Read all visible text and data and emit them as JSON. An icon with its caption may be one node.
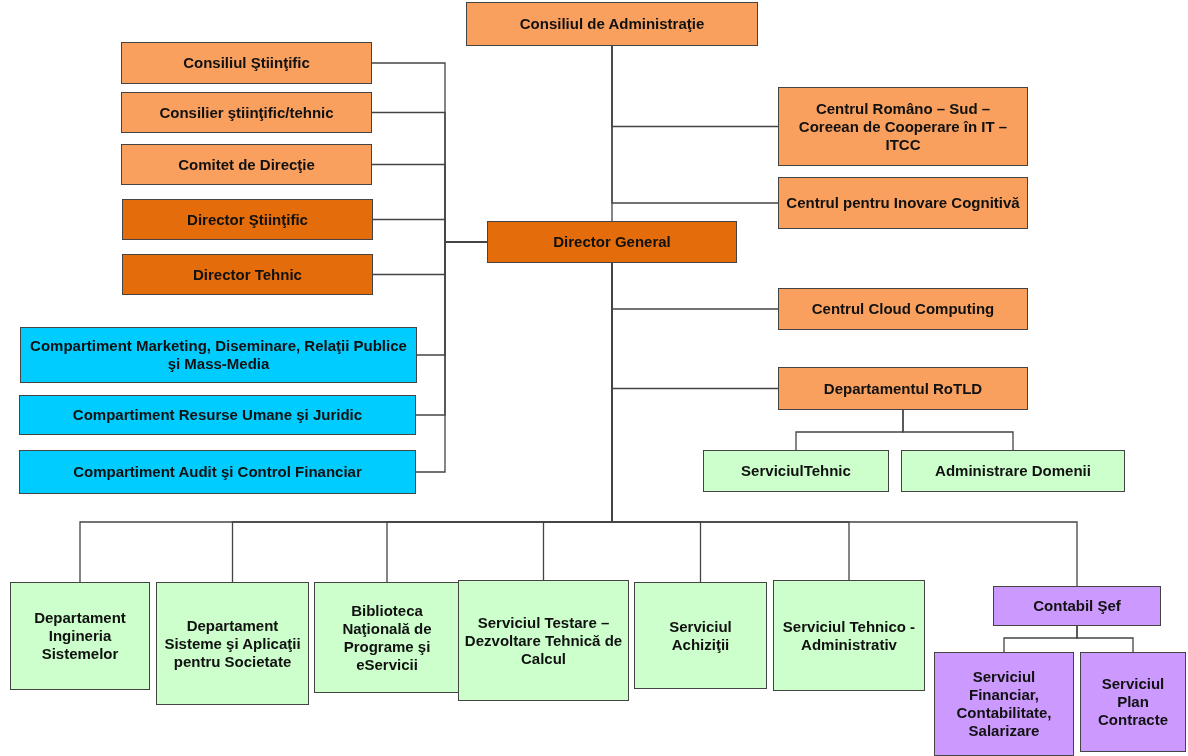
{
  "diagram": {
    "nodes": [
      {
        "text": [
          "Consiliul de Administraţie"
        ]
      },
      {
        "text": [
          "Consiliul Ştiinţific"
        ]
      },
      {
        "text": [
          "Consilier ştiinţific/tehnic"
        ]
      },
      {
        "text": [
          "Comitet de Direcţie"
        ]
      },
      {
        "text": [
          "Director Ştiinţific"
        ]
      },
      {
        "text": [
          "Director Tehnic"
        ]
      },
      {
        "text": [
          "Compartiment Marketing, Diseminare, Relaţii Publice şi Mass-Media"
        ]
      },
      {
        "text": [
          "Compartiment Resurse Umane şi Juridic"
        ]
      },
      {
        "text": [
          "Compartiment Audit şi Control Financiar"
        ]
      },
      {
        "text": [
          "Director General"
        ]
      },
      {
        "text": [
          "Centrul Româno – Sud – Coreean de Cooperare  în IT – ITCC"
        ]
      },
      {
        "text": [
          "Centrul pentru Inovare Cognitivă"
        ]
      },
      {
        "text": [
          "Centrul Cloud Computing"
        ]
      },
      {
        "text": [
          "Departamentul RoTLD"
        ]
      },
      {
        "text": [
          "ServiciulTehnic"
        ]
      },
      {
        "text": [
          "Administrare Domenii"
        ]
      },
      {
        "text": [
          "Departament Ingineria Sistemelor"
        ]
      },
      {
        "text": [
          "Departament Sisteme şi Aplicaţii pentru Societate"
        ]
      },
      {
        "text": [
          "Biblioteca Naţională de Programe şi eServicii"
        ]
      },
      {
        "text": [
          "Serviciul Testare – Dezvoltare Tehnică de Calcul"
        ]
      },
      {
        "text": [
          "Serviciul Achiziţii"
        ]
      },
      {
        "text": [
          "Serviciul Tehnico - Administrativ"
        ]
      },
      {
        "text": [
          "Contabil Şef"
        ]
      },
      {
        "text": [
          "Serviciul Financiar, Contabilitate, Salarizare"
        ]
      },
      {
        "text": [
          "Serviciul Plan Contracte"
        ]
      }
    ],
    "edges": [
      {
        "from": 0,
        "to": 9,
        "arrow": "none"
      },
      {
        "from": 0,
        "to": 10,
        "arrow": "none"
      },
      {
        "from": 0,
        "to": 11,
        "arrow": "none"
      },
      {
        "from": 9,
        "to": 1,
        "arrow": "none"
      },
      {
        "from": 9,
        "to": 2,
        "arrow": "none"
      },
      {
        "from": 9,
        "to": 3,
        "arrow": "none"
      },
      {
        "from": 9,
        "to": 4,
        "arrow": "none"
      },
      {
        "from": 9,
        "to": 5,
        "arrow": "none"
      },
      {
        "from": 9,
        "to": 6,
        "arrow": "none"
      },
      {
        "from": 9,
        "to": 7,
        "arrow": "none"
      },
      {
        "from": 9,
        "to": 8,
        "arrow": "none"
      },
      {
        "from": 9,
        "to": 12,
        "arrow": "none"
      },
      {
        "from": 9,
        "to": 13,
        "arrow": "none"
      },
      {
        "from": 13,
        "to": 14,
        "arrow": "none"
      },
      {
        "from": 13,
        "to": 15,
        "arrow": "none"
      },
      {
        "from": 9,
        "to": 16,
        "arrow": "none"
      },
      {
        "from": 9,
        "to": 17,
        "arrow": "none"
      },
      {
        "from": 9,
        "to": 18,
        "arrow": "none"
      },
      {
        "from": 9,
        "to": 19,
        "arrow": "none"
      },
      {
        "from": 9,
        "to": 20,
        "arrow": "none"
      },
      {
        "from": 9,
        "to": 21,
        "arrow": "none"
      },
      {
        "from": 9,
        "to": 22,
        "arrow": "none"
      },
      {
        "from": 22,
        "to": 23,
        "arrow": "none"
      },
      {
        "from": 22,
        "to": 24,
        "arrow": "none"
      }
    ]
  }
}
